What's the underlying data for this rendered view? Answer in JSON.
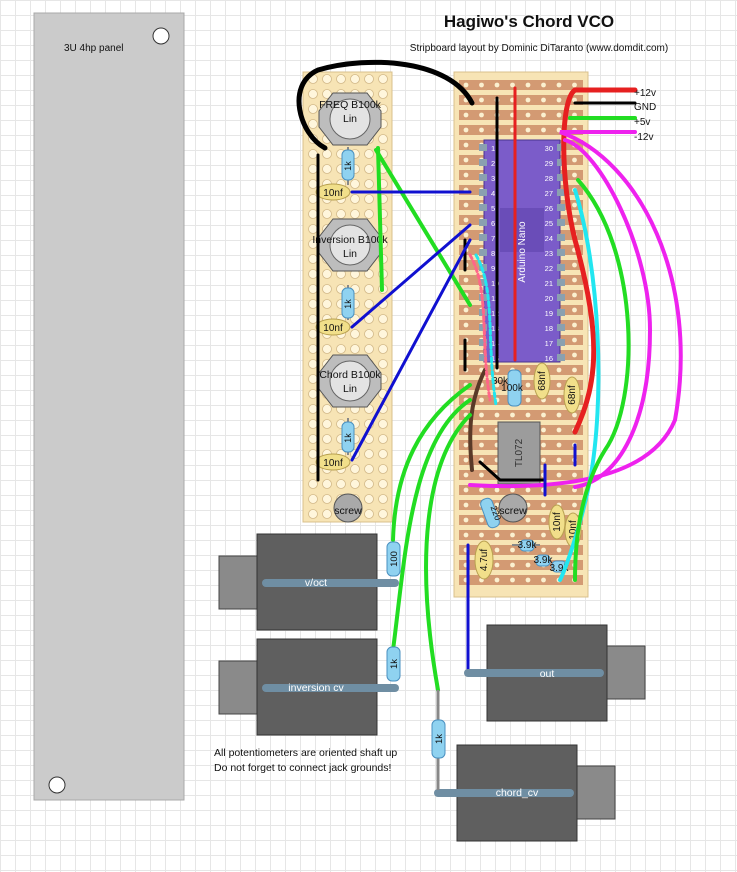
{
  "title": "Hagiwo's Chord VCO",
  "subtitle": "Stripboard layout by Dominic DiTaranto (www.domdit.com)",
  "panel": {
    "label": "3U 4hp panel"
  },
  "power": {
    "p12": "+12v",
    "gnd": "GND",
    "p5": "+5v",
    "n12": "-12v"
  },
  "pots": [
    {
      "line1": "FREQ B100k",
      "line2": "Lin"
    },
    {
      "line1": "Inversion B100k",
      "line2": "Lin"
    },
    {
      "line1": "Chord B100k",
      "line2": "Lin"
    }
  ],
  "left_resistors": [
    "1k",
    "1k",
    "1k"
  ],
  "left_caps": [
    "10nf",
    "10nf",
    "10nf"
  ],
  "screw": "screw",
  "arduino": {
    "label": "Arduino Nano",
    "pins_left": [
      "1",
      "2",
      "3",
      "4",
      "5",
      "6",
      "7",
      "8",
      "9",
      "10",
      "11",
      "12",
      "13",
      "14",
      "15"
    ],
    "pins_right": [
      "30",
      "29",
      "28",
      "27",
      "26",
      "25",
      "24",
      "23",
      "22",
      "21",
      "20",
      "19",
      "18",
      "17",
      "16"
    ]
  },
  "opamp": "TL072",
  "main_parts": {
    "r100k": "100k",
    "r30k": "30k",
    "c68a": "68nf",
    "c68b": "68nf",
    "r220": "220",
    "c10a": "10nf",
    "c10b": "10nf",
    "r39a": "3.9k",
    "r39b": "3.9k",
    "r39c": "3.9k",
    "cap47": "4.7uf"
  },
  "jacks": {
    "voct": "v/oct",
    "inv": "inversion cv",
    "out": "out",
    "chord": "chord_cv"
  },
  "jack_resistors": [
    "100",
    "1k",
    "1k"
  ],
  "notes": [
    "All potentiometers are oriented shaft up",
    "Do not forget to connect jack grounds!"
  ],
  "colors": {
    "board": "#f7e4b5",
    "strip": "#d39a73",
    "nano": "#7b5cc9",
    "jack": "#5f5f5f",
    "panel": "#cbcbcb"
  }
}
